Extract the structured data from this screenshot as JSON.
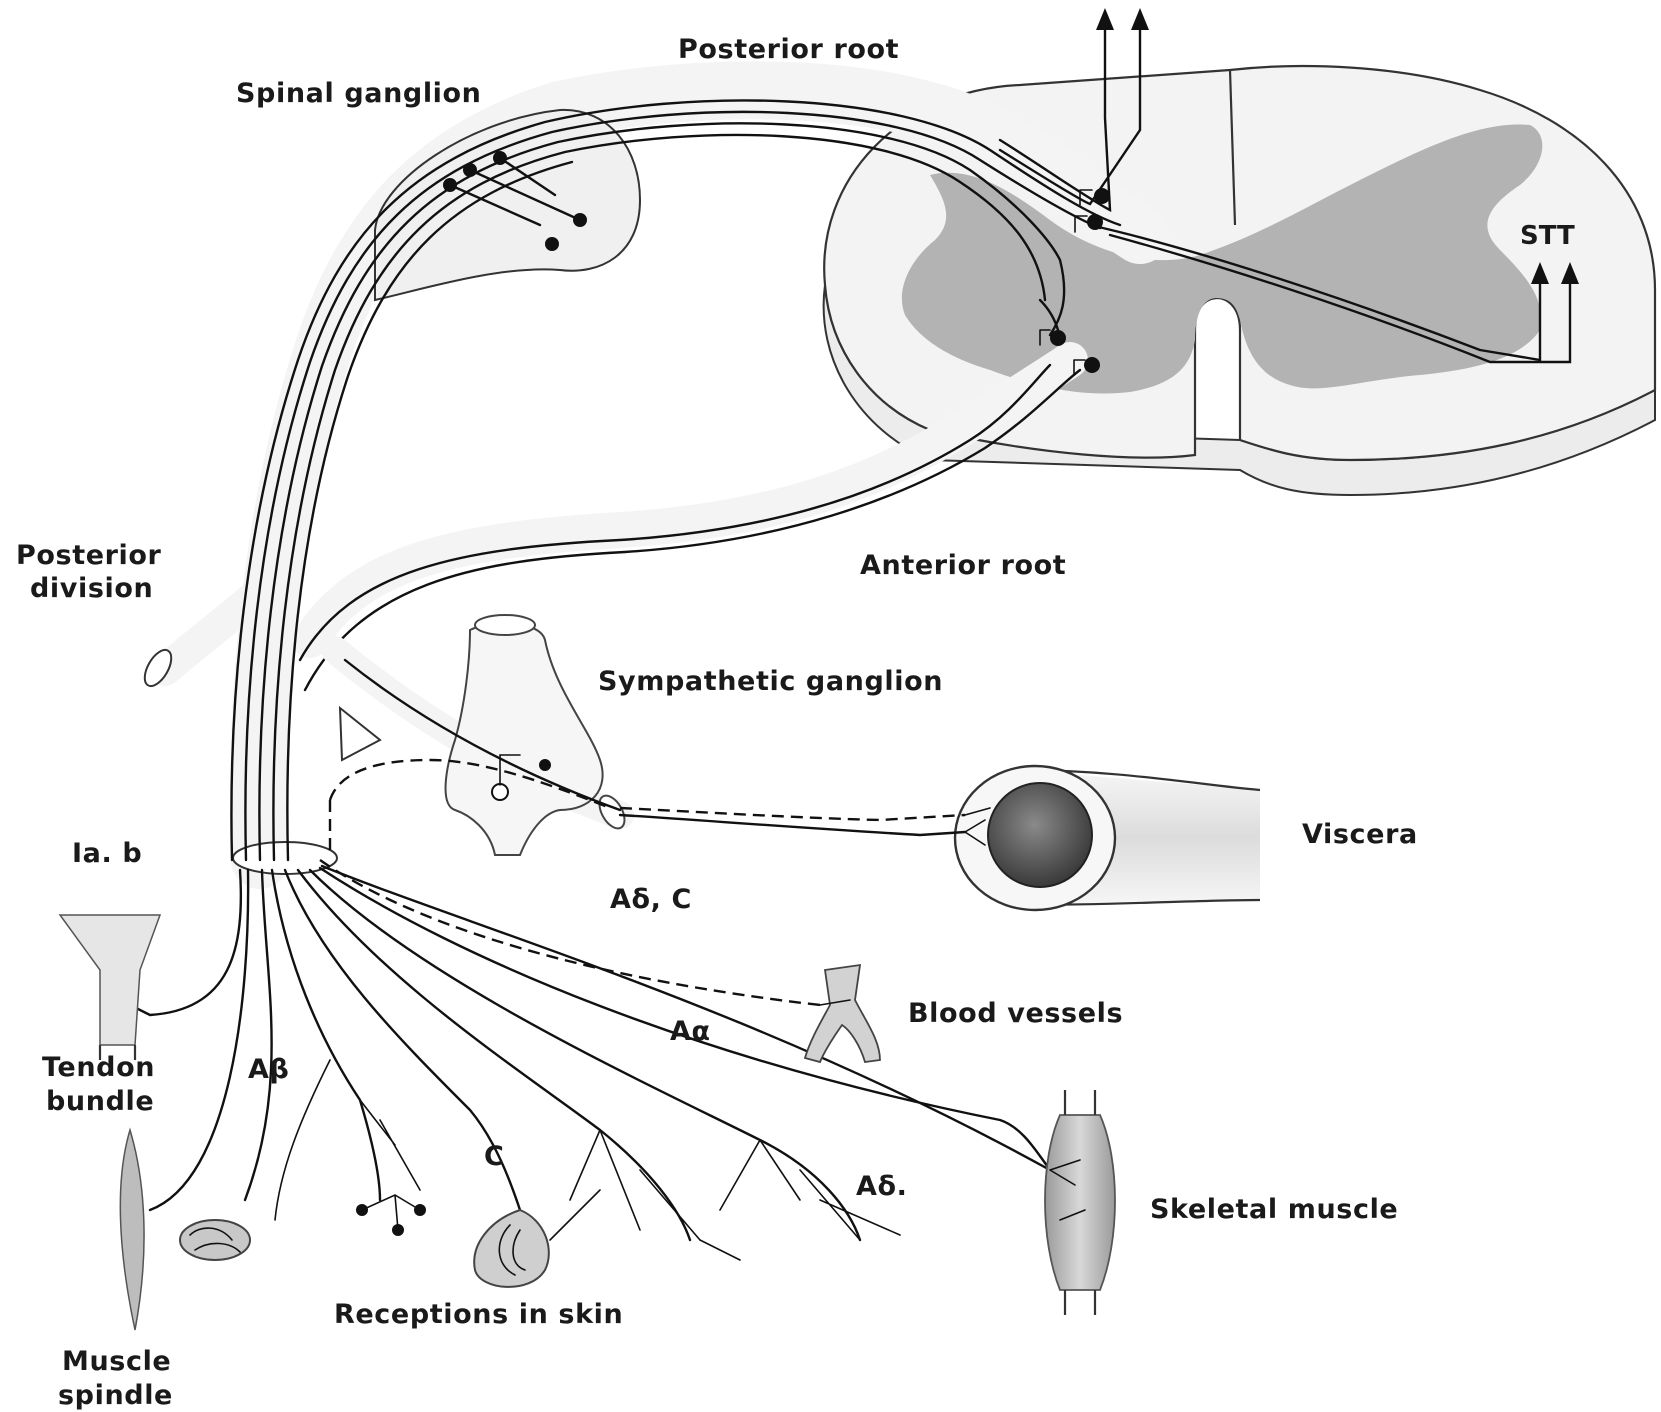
{
  "labels": {
    "posterior_root": "Posterior root",
    "spinal_ganglion": "Spinal ganglion",
    "stt": "STT",
    "posterior_division_line1": "Posterior",
    "posterior_division_line2": "division",
    "anterior_root": "Anterior root",
    "sympathetic_ganglion": "Sympathetic ganglion",
    "viscera": "Viscera",
    "ia_b": "Ia. b",
    "a_delta_c": "Aδ, C",
    "tendon_bundle_line1": "Tendon",
    "tendon_bundle_line2": "bundle",
    "a_beta": "Aβ",
    "blood_vessels": "Blood vessels",
    "a_alpha": "Aα",
    "c": "C",
    "a_delta": "Aδ.",
    "skeletal_muscle": "Skeletal muscle",
    "receptions_in_skin": "Receptions in skin",
    "muscle_spindle_line1": "Muscle",
    "muscle_spindle_line2": "spindle"
  },
  "colors": {
    "ink": "#111111",
    "nerve_sheath": "#f4f4f4",
    "gray_matter": "#b3b3b3",
    "white_matter": "#f2f2f2",
    "vessel_lumen": "#4a4a4a"
  }
}
